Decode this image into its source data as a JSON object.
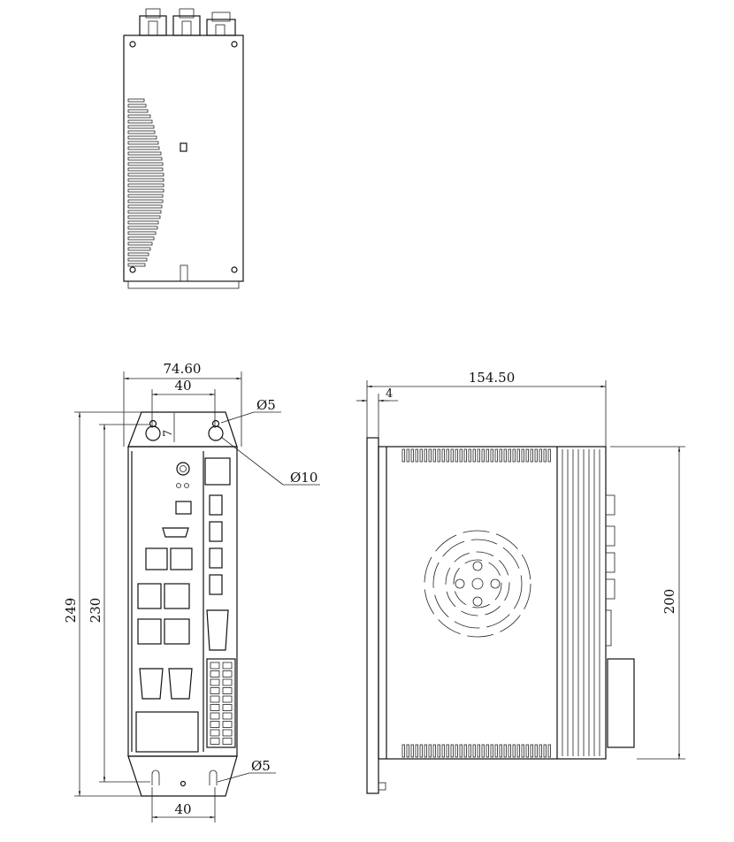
{
  "drawing": {
    "line_color": "#111111",
    "front_view": {
      "overall_width": "74.60",
      "hole_spacing_top": "40",
      "hole_offset": "7",
      "hole_small_dia": "Ø5",
      "hole_large_dia": "Ø10",
      "overall_height": "249",
      "hole_to_hole_height": "230",
      "bottom_hole_dia": "Ø5",
      "hole_spacing_bottom": "40"
    },
    "side_view": {
      "depth": "154.50",
      "plate_thickness": "4",
      "height": "200"
    }
  }
}
